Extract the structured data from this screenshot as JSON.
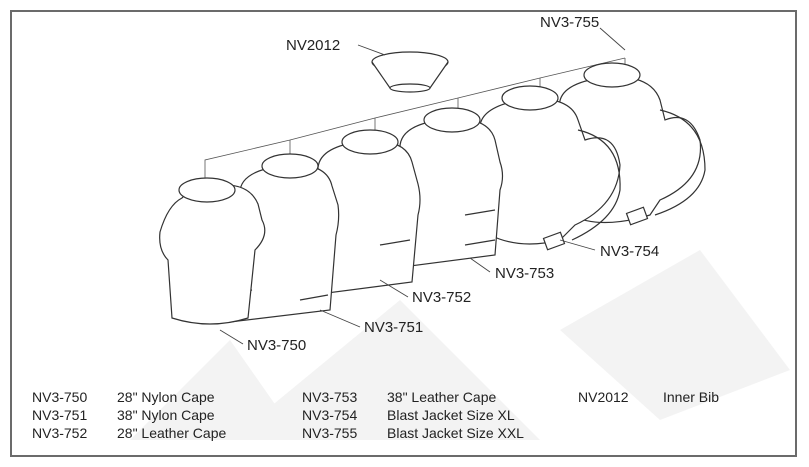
{
  "callouts": {
    "nv2012": "NV2012",
    "nv3_755": "NV3-755",
    "nv3_754": "NV3-754",
    "nv3_753": "NV3-753",
    "nv3_752": "NV3-752",
    "nv3_751": "NV3-751",
    "nv3_750": "NV3-750"
  },
  "legend": [
    {
      "code": "NV3-750",
      "desc": "28\" Nylon Cape"
    },
    {
      "code": "NV3-751",
      "desc": "38\" Nylon Cape"
    },
    {
      "code": "NV3-752",
      "desc": "28\" Leather Cape"
    },
    {
      "code": "NV3-753",
      "desc": "38\" Leather Cape"
    },
    {
      "code": "NV3-754",
      "desc": "Blast Jacket Size XL"
    },
    {
      "code": "NV3-755",
      "desc": "Blast Jacket Size XXL"
    },
    {
      "code": "NV2012",
      "desc": "Inner Bib"
    }
  ],
  "colors": {
    "frame": "#6b6b6b",
    "line": "#333333",
    "watermark": "#eeeeee"
  }
}
